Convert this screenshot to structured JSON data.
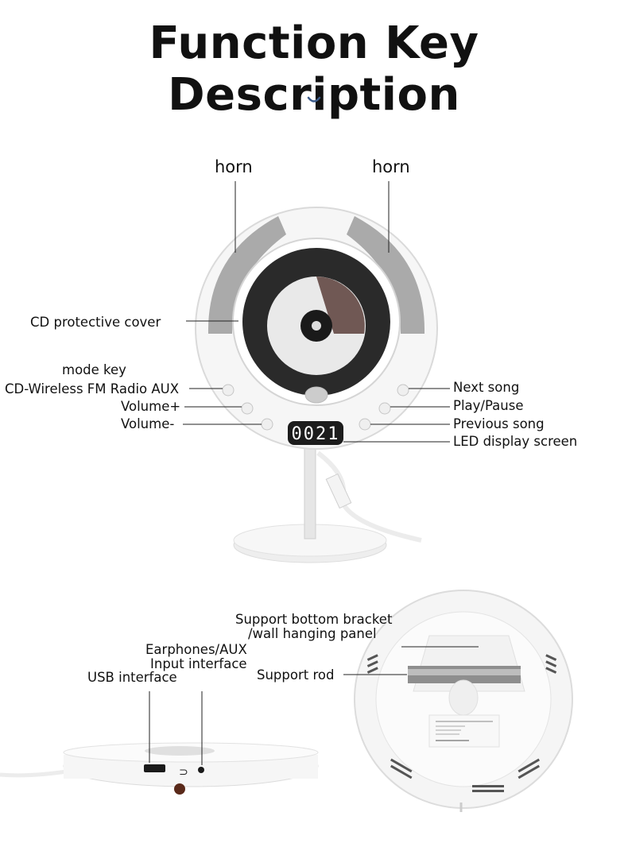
{
  "title": "Function Key Description",
  "labels": {
    "horn_left": "horn",
    "horn_right": "horn",
    "cd_cover": "CD protective cover",
    "mode_key": "mode key",
    "mode_modes": "CD-Wireless FM Radio AUX",
    "volume_up": "Volume+",
    "volume_down": "Volume-",
    "next_song": "Next song",
    "play_pause": "Play/Pause",
    "previous_song": "Previous song",
    "led_display": "LED display screen",
    "support_bracket_1": "Support bottom bracket",
    "support_bracket_2": "/wall hanging panel",
    "earphones_1": "Earphones/AUX",
    "earphones_2": "Input interface",
    "usb": "USB interface",
    "support_rod": "Support rod"
  },
  "led_readout": "0021",
  "colors": {
    "speaker_grille": "#a9a9a9",
    "body": "#f4f4f4",
    "screen": "#1c1c1c",
    "accent_chevron": "#3b5b8a"
  }
}
